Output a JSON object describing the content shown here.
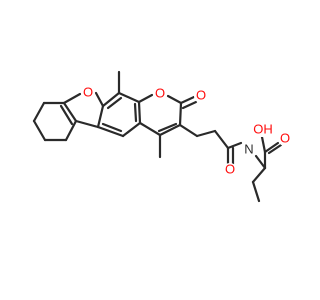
{
  "molecule": {
    "atoms": {
      "o_furan": "O",
      "o_pyran": "O",
      "o_carbonyl": "O",
      "n_amide": "N",
      "o_amide": "O",
      "o_acid_carbonyl": "O",
      "oh_acid": "OH"
    },
    "colors": {
      "bond": "#2a2a2a",
      "oxygen": "#ff0d0d",
      "nitrogen": "#2a2a2a",
      "background": "#ffffff"
    }
  }
}
